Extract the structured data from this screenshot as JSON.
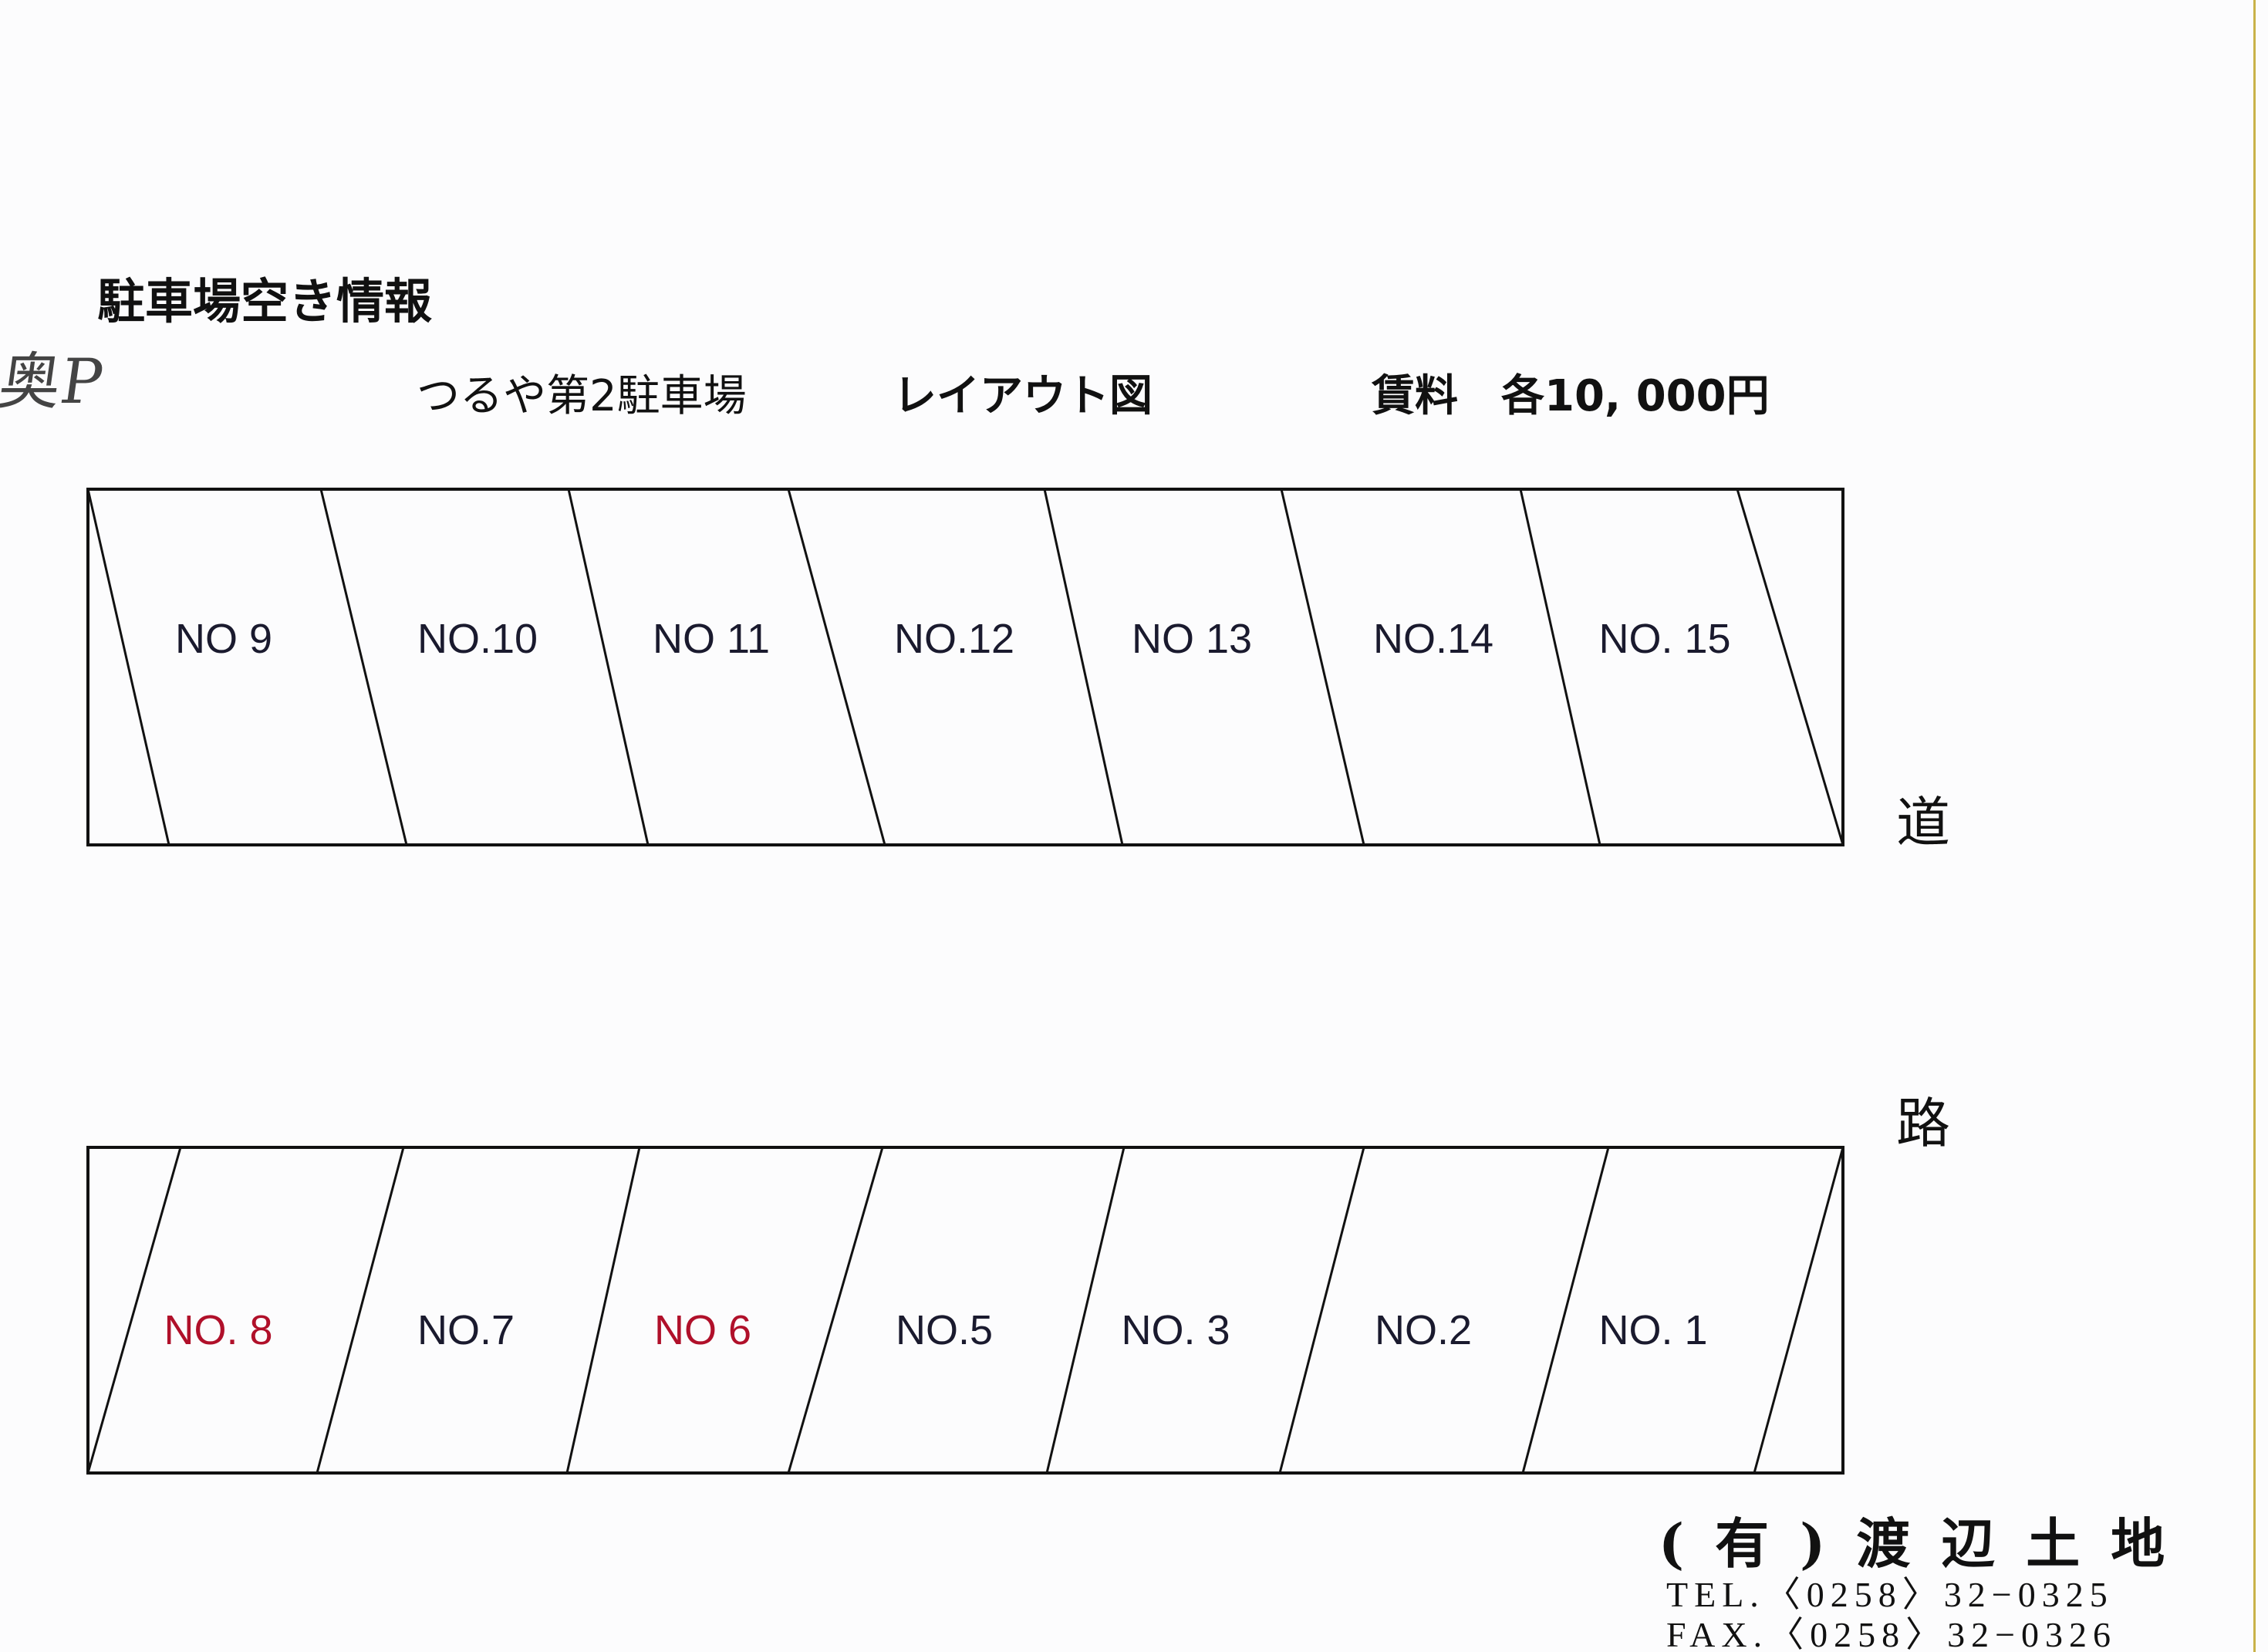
{
  "header": {
    "title": "駐車場空き情報",
    "handwritten_note": "奥P",
    "lot_name": "つるや第2駐車場",
    "layout_label": "レイアウト図",
    "rent": "賃料　各10, 000円"
  },
  "layout": {
    "top_row": [
      "NO 9",
      "NO.10",
      "NO 11",
      "NO.12",
      "NO 13",
      "NO.14",
      "NO. 15"
    ],
    "bottom_row": [
      "NO. 8",
      "NO.7",
      "NO 6",
      "NO.5",
      "NO. 3",
      "NO.2",
      "NO. 1"
    ],
    "bottom_row_colors": [
      "#b0102a",
      "#1a1a2e",
      "#b0102a",
      "#1a1a2e",
      "#1a1a2e",
      "#1a1a2e",
      "#1a1a2e"
    ],
    "road_label_1": "道",
    "road_label_2": "路"
  },
  "footer": {
    "company": "(有)渡辺土地",
    "tel": "TEL.〈0258〉32−0325",
    "fax": "FAX.〈0258〉32−0326"
  }
}
